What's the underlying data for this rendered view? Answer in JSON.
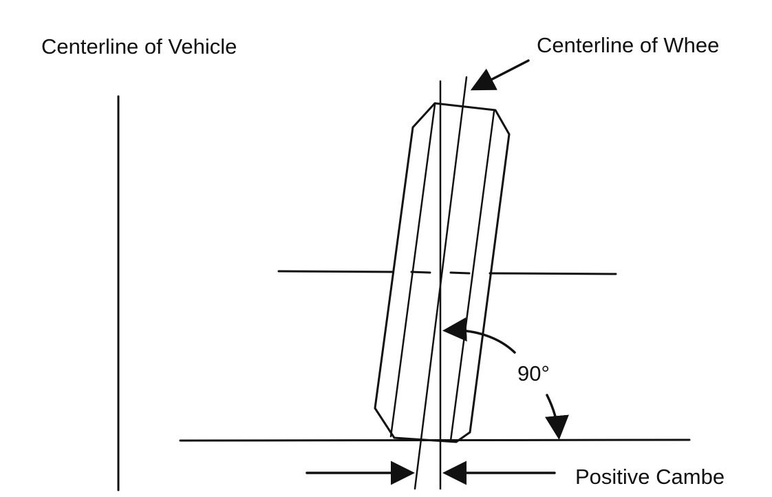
{
  "labels": {
    "centerline_vehicle": "Centerline of Vehicle",
    "centerline_wheel": "Centerline of Whee",
    "right_angle": "90°",
    "positive_camber": "Positive Cambe"
  },
  "colors": {
    "ink": "#111111",
    "background": "#ffffff"
  }
}
